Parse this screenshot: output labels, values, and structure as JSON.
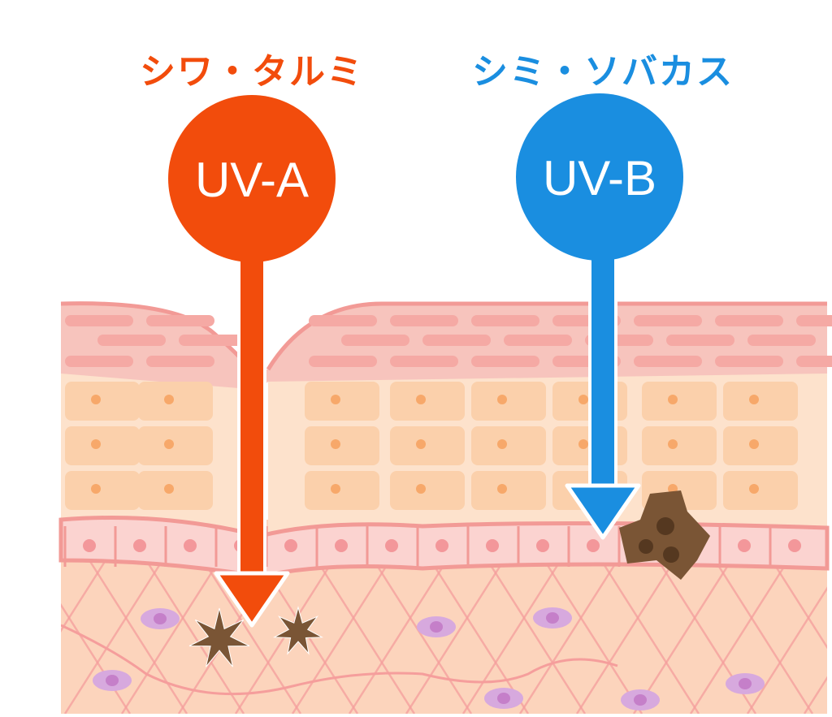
{
  "colors": {
    "uva": "#f24c0c",
    "uvb": "#1a8ee0",
    "skin_outer": "#f7c4bd",
    "skin_flat_cell": "#f5a9a4",
    "cell_block": "#fbd0ab",
    "cell_bg": "#fde2cc",
    "cell_nucleus": "#f7a86a",
    "basal_line": "#f29a96",
    "basal_cell": "#fbd3d0",
    "basal_nucleus": "#f3979a",
    "dermis": "#fcd4bc",
    "fiber": "#f59e9c",
    "fibroblast": "#d7a9de",
    "fibroblast_nucleus": "#c57fc9",
    "melanin": "#7a5535",
    "melanin_dark": "#553820"
  },
  "uva": {
    "label": "UV-A",
    "effect": "シワ・タルミ"
  },
  "uvb": {
    "label": "UV-B",
    "effect": "シミ・ソバカス"
  }
}
